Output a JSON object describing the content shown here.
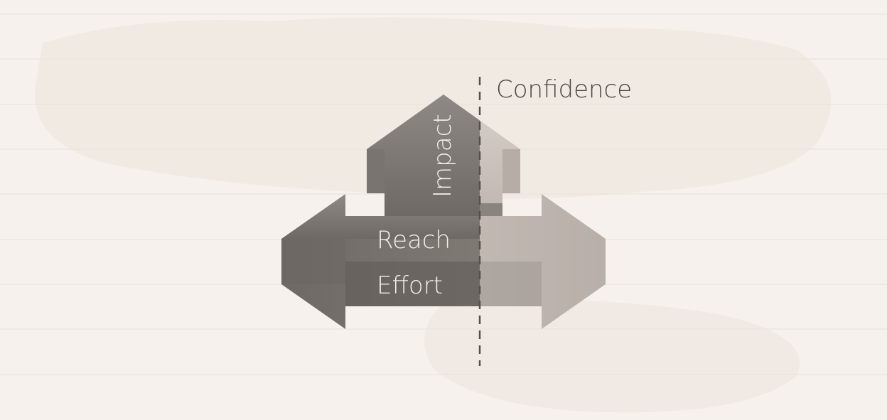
{
  "diagram": {
    "labels": {
      "impact": "Impact",
      "reach": "Reach",
      "effort": "Effort",
      "confidence": "Confidence"
    },
    "colors": {
      "background": "#f6f1ec",
      "rule_line": "#e7e0d9",
      "wash": "#ece3db",
      "arrow_dark": "#7c7672",
      "arrow_mid": "#8b8581",
      "arrow_light": "#d8d1ca",
      "divider": "#55504d",
      "label_light": "#f3efeb",
      "label_dark": "#4a4644"
    }
  }
}
